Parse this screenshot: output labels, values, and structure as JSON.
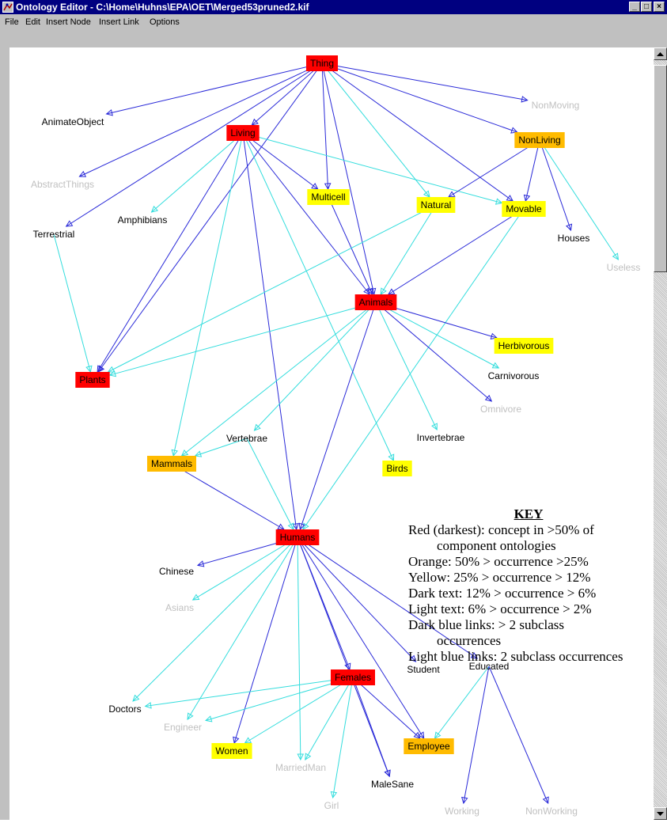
{
  "window": {
    "title": "Ontology Editor - C:\\Home\\Huhns\\EPA\\OET\\Merged53pruned2.kif",
    "buttons": [
      "_",
      "□",
      "×"
    ]
  },
  "menu": [
    "File",
    "Edit",
    "Insert Node",
    "Insert Link",
    "Options"
  ],
  "colors": {
    "red": "#ff0000",
    "orange": "#ffbb00",
    "yellow": "#ffff00",
    "dark_text": "#000000",
    "light_text": "#c0c0c0",
    "dark_link": "#2a2ad8",
    "light_link": "#33dddd"
  },
  "nodes": [
    {
      "id": "thing",
      "label": "Thing",
      "style": "red"
    },
    {
      "id": "animateobject",
      "label": "AnimateObject",
      "style": "dark"
    },
    {
      "id": "nonmoving",
      "label": "NonMoving",
      "style": "light"
    },
    {
      "id": "living",
      "label": "Living",
      "style": "red"
    },
    {
      "id": "nonliving",
      "label": "NonLiving",
      "style": "orange"
    },
    {
      "id": "abstractthings",
      "label": "AbstractThings",
      "style": "light"
    },
    {
      "id": "multicell",
      "label": "Multicell",
      "style": "yellow"
    },
    {
      "id": "natural",
      "label": "Natural",
      "style": "yellow"
    },
    {
      "id": "movable",
      "label": "Movable",
      "style": "yellow"
    },
    {
      "id": "amphibians",
      "label": "Amphibians",
      "style": "dark"
    },
    {
      "id": "terrestrial",
      "label": "Terrestrial",
      "style": "dark"
    },
    {
      "id": "houses",
      "label": "Houses",
      "style": "dark"
    },
    {
      "id": "useless",
      "label": "Useless",
      "style": "light"
    },
    {
      "id": "animals",
      "label": "Animals",
      "style": "red"
    },
    {
      "id": "herbivorous",
      "label": "Herbivorous",
      "style": "yellow"
    },
    {
      "id": "plants",
      "label": "Plants",
      "style": "red"
    },
    {
      "id": "carnivorous",
      "label": "Carnivorous",
      "style": "dark"
    },
    {
      "id": "omnivore",
      "label": "Omnivore",
      "style": "light"
    },
    {
      "id": "vertebrae",
      "label": "Vertebrae",
      "style": "dark"
    },
    {
      "id": "invertebrae",
      "label": "Invertebrae",
      "style": "dark"
    },
    {
      "id": "mammals",
      "label": "Mammals",
      "style": "orange"
    },
    {
      "id": "birds",
      "label": "Birds",
      "style": "yellow"
    },
    {
      "id": "humans",
      "label": "Humans",
      "style": "red"
    },
    {
      "id": "chinese",
      "label": "Chinese",
      "style": "dark"
    },
    {
      "id": "asians",
      "label": "Asians",
      "style": "light"
    },
    {
      "id": "student",
      "label": "Student",
      "style": "dark"
    },
    {
      "id": "educated",
      "label": "Educated",
      "style": "dark"
    },
    {
      "id": "females",
      "label": "Females",
      "style": "red"
    },
    {
      "id": "doctors",
      "label": "Doctors",
      "style": "dark"
    },
    {
      "id": "engineer",
      "label": "Engineer",
      "style": "light"
    },
    {
      "id": "employee",
      "label": "Employee",
      "style": "orange"
    },
    {
      "id": "women",
      "label": "Women",
      "style": "yellow"
    },
    {
      "id": "marriedman",
      "label": "MarriedMan",
      "style": "light"
    },
    {
      "id": "malesane",
      "label": "MaleSane",
      "style": "dark"
    },
    {
      "id": "girl",
      "label": "Girl",
      "style": "light"
    },
    {
      "id": "working",
      "label": "Working",
      "style": "light"
    },
    {
      "id": "nonworking",
      "label": "NonWorking",
      "style": "light"
    }
  ],
  "links": [
    {
      "from": "thing",
      "to": "animateobject",
      "type": "dark"
    },
    {
      "from": "thing",
      "to": "nonmoving",
      "type": "dark"
    },
    {
      "from": "thing",
      "to": "living",
      "type": "dark"
    },
    {
      "from": "thing",
      "to": "nonliving",
      "type": "dark"
    },
    {
      "from": "thing",
      "to": "abstractthings",
      "type": "dark"
    },
    {
      "from": "thing",
      "to": "multicell",
      "type": "dark"
    },
    {
      "from": "thing",
      "to": "natural",
      "type": "light"
    },
    {
      "from": "thing",
      "to": "movable",
      "type": "dark"
    },
    {
      "from": "thing",
      "to": "terrestrial",
      "type": "dark"
    },
    {
      "from": "thing",
      "to": "animals",
      "type": "dark"
    },
    {
      "from": "thing",
      "to": "plants",
      "type": "dark"
    },
    {
      "from": "living",
      "to": "amphibians",
      "type": "light"
    },
    {
      "from": "living",
      "to": "multicell",
      "type": "dark"
    },
    {
      "from": "living",
      "to": "movable",
      "type": "light"
    },
    {
      "from": "living",
      "to": "animals",
      "type": "dark"
    },
    {
      "from": "living",
      "to": "plants",
      "type": "dark"
    },
    {
      "from": "living",
      "to": "mammals",
      "type": "light"
    },
    {
      "from": "living",
      "to": "birds",
      "type": "light"
    },
    {
      "from": "living",
      "to": "humans",
      "type": "dark"
    },
    {
      "from": "nonliving",
      "to": "natural",
      "type": "dark"
    },
    {
      "from": "nonliving",
      "to": "movable",
      "type": "dark"
    },
    {
      "from": "nonliving",
      "to": "houses",
      "type": "dark"
    },
    {
      "from": "nonliving",
      "to": "useless",
      "type": "light"
    },
    {
      "from": "multicell",
      "to": "animals",
      "type": "dark"
    },
    {
      "from": "natural",
      "to": "animals",
      "type": "light"
    },
    {
      "from": "natural",
      "to": "plants",
      "type": "light"
    },
    {
      "from": "movable",
      "to": "animals",
      "type": "dark"
    },
    {
      "from": "movable",
      "to": "humans",
      "type": "light"
    },
    {
      "from": "terrestrial",
      "to": "plants",
      "type": "light"
    },
    {
      "from": "animals",
      "to": "plants",
      "type": "light"
    },
    {
      "from": "animals",
      "to": "herbivorous",
      "type": "dark"
    },
    {
      "from": "animals",
      "to": "carnivorous",
      "type": "light"
    },
    {
      "from": "animals",
      "to": "omnivore",
      "type": "dark"
    },
    {
      "from": "animals",
      "to": "invertebrae",
      "type": "light"
    },
    {
      "from": "animals",
      "to": "vertebrae",
      "type": "light"
    },
    {
      "from": "animals",
      "to": "mammals",
      "type": "light"
    },
    {
      "from": "animals",
      "to": "humans",
      "type": "dark"
    },
    {
      "from": "vertebrae",
      "to": "mammals",
      "type": "light"
    },
    {
      "from": "vertebrae",
      "to": "humans",
      "type": "light"
    },
    {
      "from": "mammals",
      "to": "humans",
      "type": "dark"
    },
    {
      "from": "humans",
      "to": "chinese",
      "type": "dark"
    },
    {
      "from": "humans",
      "to": "asians",
      "type": "light"
    },
    {
      "from": "humans",
      "to": "student",
      "type": "dark"
    },
    {
      "from": "humans",
      "to": "educated",
      "type": "dark"
    },
    {
      "from": "humans",
      "to": "females",
      "type": "dark"
    },
    {
      "from": "humans",
      "to": "doctors",
      "type": "light"
    },
    {
      "from": "humans",
      "to": "engineer",
      "type": "light"
    },
    {
      "from": "humans",
      "to": "women",
      "type": "dark"
    },
    {
      "from": "humans",
      "to": "marriedman",
      "type": "light"
    },
    {
      "from": "humans",
      "to": "employee",
      "type": "dark"
    },
    {
      "from": "humans",
      "to": "malesane",
      "type": "dark"
    },
    {
      "from": "females",
      "to": "doctors",
      "type": "light"
    },
    {
      "from": "females",
      "to": "engineer",
      "type": "light"
    },
    {
      "from": "females",
      "to": "women",
      "type": "light"
    },
    {
      "from": "females",
      "to": "marriedman",
      "type": "light"
    },
    {
      "from": "females",
      "to": "girl",
      "type": "light"
    },
    {
      "from": "females",
      "to": "malesane",
      "type": "dark"
    },
    {
      "from": "females",
      "to": "employee",
      "type": "dark"
    },
    {
      "from": "educated",
      "to": "employee",
      "type": "light"
    },
    {
      "from": "educated",
      "to": "working",
      "type": "dark"
    },
    {
      "from": "educated",
      "to": "nonworking",
      "type": "dark"
    }
  ],
  "key": {
    "title": "KEY",
    "lines": [
      {
        "text": "Red (darkest): concept in >50% of",
        "indent": false
      },
      {
        "text": "component ontologies",
        "indent": true
      },
      {
        "text": "Orange: 50% > occurrence >25%",
        "indent": false
      },
      {
        "text": "Yellow: 25% > occurrence > 12%",
        "indent": false
      },
      {
        "text": "Dark text: 12% > occurrence > 6%",
        "indent": false
      },
      {
        "text": "Light text: 6% > occurrence > 2%",
        "indent": false
      },
      {
        "text": "Dark blue links: > 2 subclass",
        "indent": false
      },
      {
        "text": "occurrences",
        "indent": true
      },
      {
        "text": "Light blue links: 2 subclass occurrences",
        "indent": false
      }
    ]
  }
}
